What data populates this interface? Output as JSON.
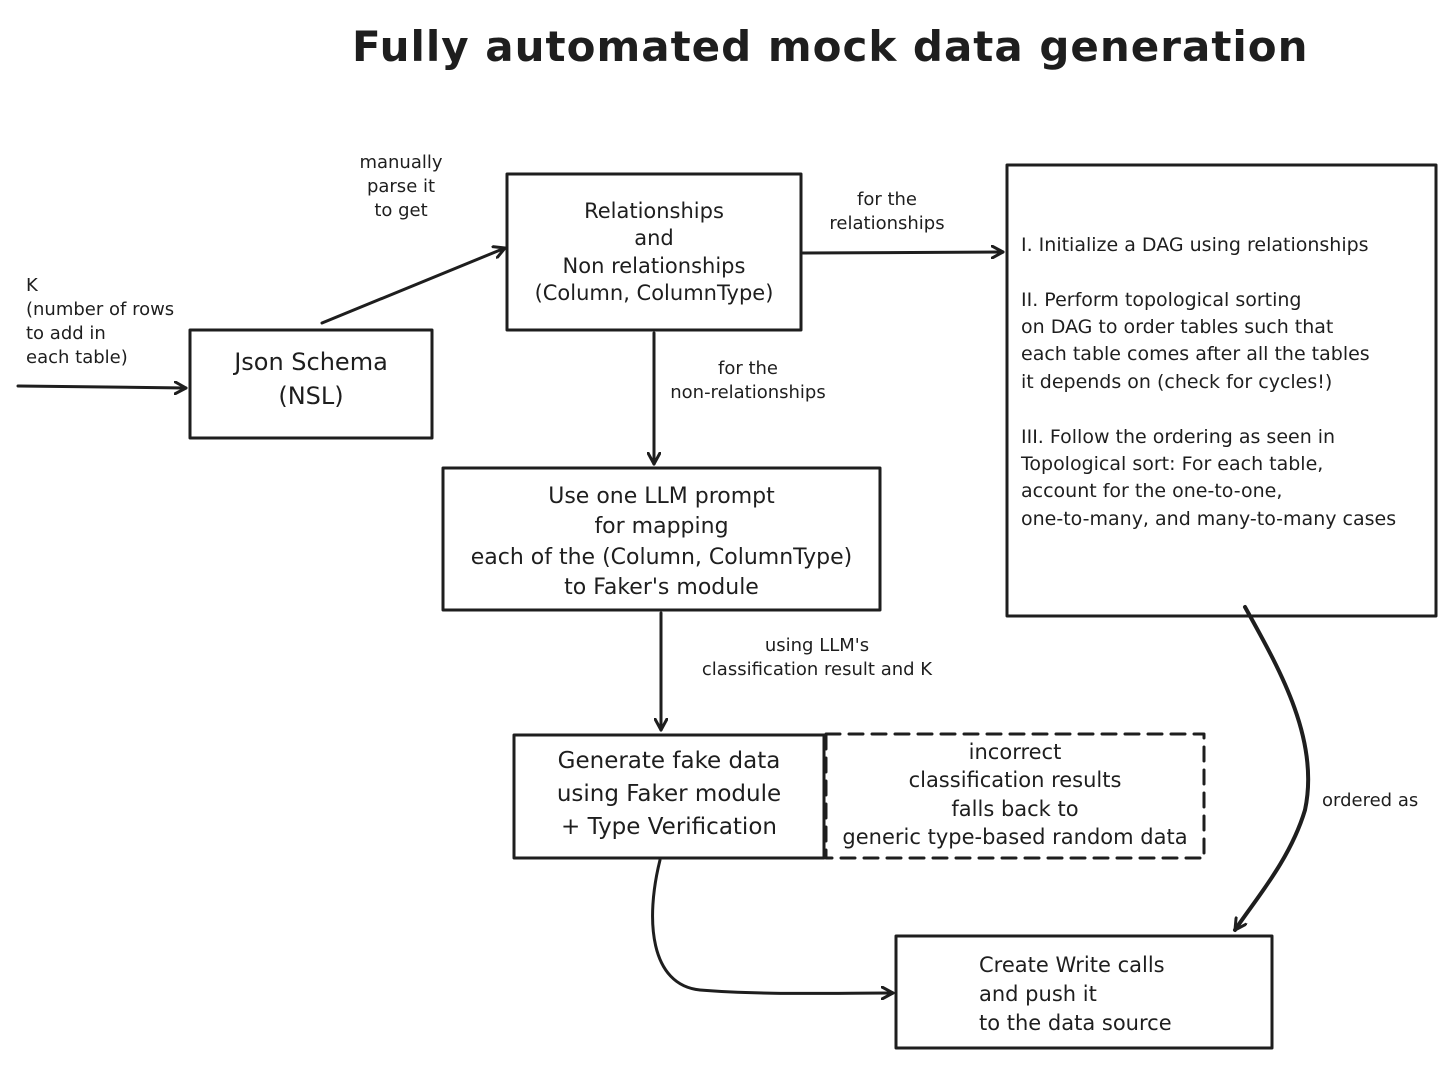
{
  "title": "Fully automated mock data generation",
  "inputs": {
    "k_label": "K\n(number of rows\nto add in\neach table)"
  },
  "nodes": {
    "json_schema": "Json Schema\n(NSL)",
    "relationships": "Relationships\nand\nNon relationships\n(Column, ColumnType)",
    "llm_prompt": "Use one LLM prompt\nfor mapping\neach of the (Column, ColumnType)\nto Faker's module",
    "generate": "Generate fake data\nusing Faker module\n+ Type Verification",
    "fallback": "incorrect\nclassification results\nfalls back to\ngeneric type-based random data",
    "dag_steps": "I. Initialize a DAG using relationships\n\nII. Perform topological sorting\non DAG to order tables such that\neach table comes after all the tables\nit depends on (check for cycles!)\n\nIII. Follow the ordering as seen in\nTopological sort: For each table,\naccount for the one-to-one,\none-to-many, and many-to-many cases",
    "write_calls": "Create Write calls\nand push it\nto the data source"
  },
  "edges": {
    "manually_parse": "manually\nparse it\nto get",
    "for_relationships": "for the\nrelationships",
    "for_non_relationships": "for the\nnon-relationships",
    "using_llm": "using LLM's\nclassification result and K",
    "ordered_as": "ordered as"
  },
  "colors": {
    "stroke": "#1e1e1e",
    "background": "#ffffff"
  }
}
